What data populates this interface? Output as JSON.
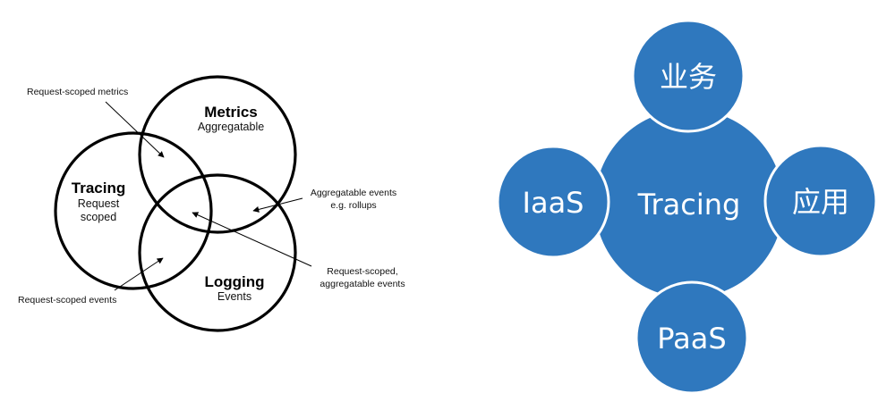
{
  "venn": {
    "sets": {
      "metrics": {
        "title": "Metrics",
        "subtitle": "Aggregatable"
      },
      "tracing": {
        "title": "Tracing",
        "subtitle_line1": "Request",
        "subtitle_line2": "scoped"
      },
      "logging": {
        "title": "Logging",
        "subtitle": "Events"
      }
    },
    "annotations": {
      "request_scoped_metrics": "Request-scoped metrics",
      "aggregatable_events_line1": "Aggregatable events",
      "aggregatable_events_line2": "e.g. rollups",
      "request_scoped_aggregatable_line1": "Request-scoped,",
      "request_scoped_aggregatable_line2": "aggregatable events",
      "request_scoped_events": "Request-scoped events"
    }
  },
  "hub": {
    "center": "Tracing",
    "top": "业务",
    "right": "应用",
    "bottom": "PaaS",
    "left": "IaaS",
    "color": "#2f78be"
  }
}
